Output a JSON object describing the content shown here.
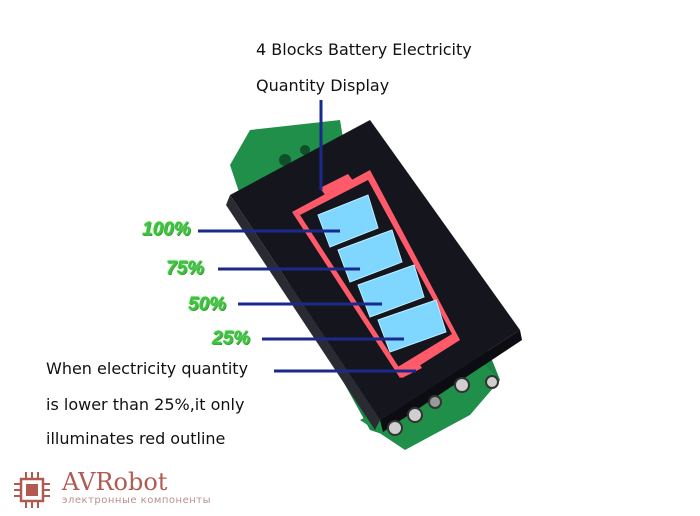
{
  "title_line1": "4 Blocks Battery Electricity",
  "title_line2": "Quantity Display",
  "levels": [
    "100%",
    "75%",
    "50%",
    "25%"
  ],
  "note_lines": [
    "When electricity quantity",
    "is lower than 25%,it only",
    "illuminates red outline"
  ],
  "logo": {
    "name": "AVRobot",
    "tagline": "электронные компоненты"
  },
  "colors": {
    "label_green": "#3cc23c",
    "pointer_blue": "#1a2a8c",
    "block_blue": "#7fd6ff",
    "outline_red": "#ff5a6a",
    "pcb_green": "#1f8f4a",
    "logo": "#b05a52"
  }
}
